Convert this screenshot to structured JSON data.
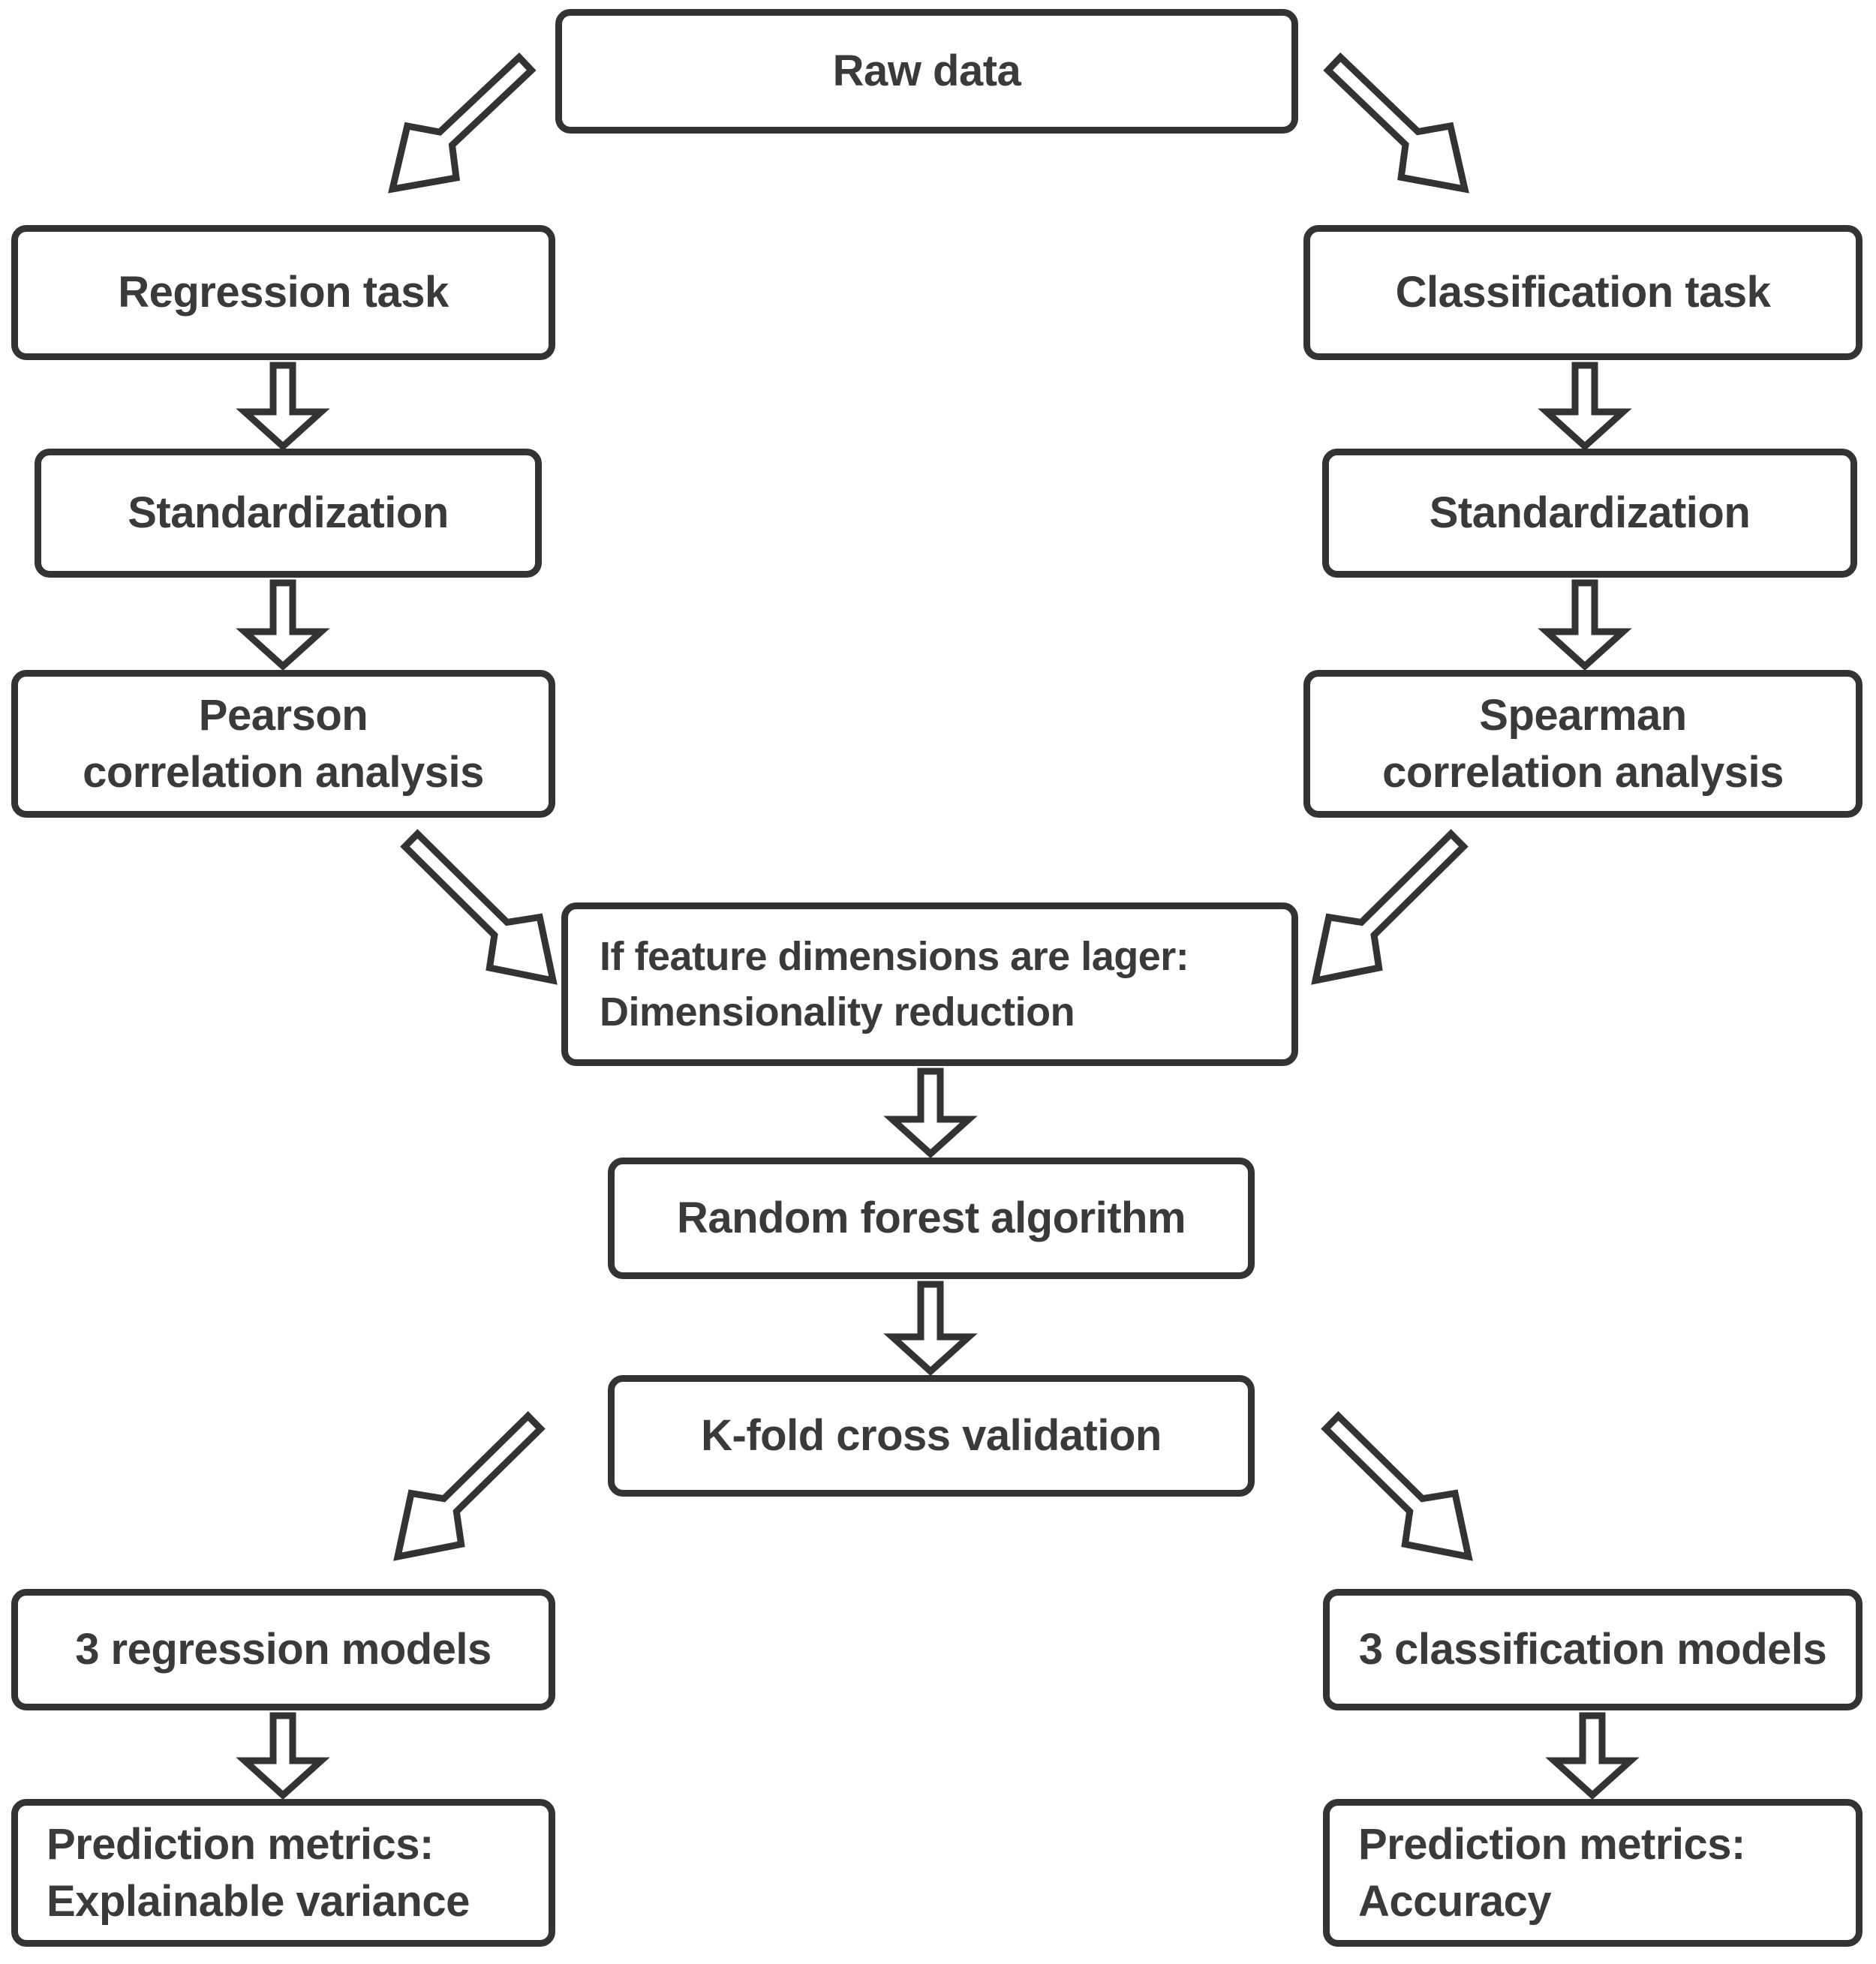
{
  "colors": {
    "border": "#333333",
    "text": "#3a3a3a",
    "background": "#ffffff"
  },
  "nodes": {
    "raw_data": {
      "label": "Raw data"
    },
    "regression_task": {
      "label": "Regression task"
    },
    "classification_task": {
      "label": "Classification task"
    },
    "standardization_left": {
      "label": "Standardization"
    },
    "standardization_right": {
      "label": "Standardization"
    },
    "pearson": {
      "line1": "Pearson",
      "line2": "correlation analysis"
    },
    "spearman": {
      "line1": "Spearman",
      "line2": "correlation analysis"
    },
    "dimensionality": {
      "line1": "If feature dimensions are lager:",
      "line2": "Dimensionality reduction"
    },
    "random_forest": {
      "label": "Random forest algorithm"
    },
    "kfold": {
      "label": "K-fold cross validation"
    },
    "regression_models": {
      "label": "3 regression models"
    },
    "classification_models": {
      "label": "3 classification models"
    },
    "prediction_regression": {
      "line1": "Prediction metrics:",
      "line2": "Explainable variance"
    },
    "prediction_classification": {
      "line1": "Prediction metrics:",
      "line2": "Accuracy"
    }
  },
  "arrows": [
    "arrow-down-left-icon",
    "arrow-down-right-icon",
    "arrow-down-icon",
    "arrow-down-icon",
    "arrow-down-icon",
    "arrow-down-icon",
    "arrow-down-right-icon",
    "arrow-down-left-icon",
    "arrow-down-icon",
    "arrow-down-icon",
    "arrow-down-left-icon",
    "arrow-down-right-icon",
    "arrow-down-icon",
    "arrow-down-icon"
  ]
}
